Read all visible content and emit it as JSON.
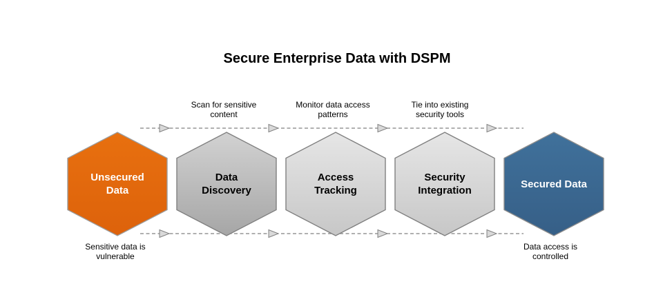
{
  "title": "Secure Enterprise Data with DSPM",
  "hexagons": [
    {
      "id": "unsecured-data",
      "label": "Unsecured\nData",
      "fill_color": "#E2690E",
      "text_color": "#FFFFFF"
    },
    {
      "id": "data-discovery",
      "label": "Data\nDiscovery",
      "fill_color": "#B9B9B9",
      "text_color": "#000000"
    },
    {
      "id": "access-tracking",
      "label": "Access\nTracking",
      "fill_color": "#D6D6D6",
      "text_color": "#000000"
    },
    {
      "id": "security-integration",
      "label": "Security\nIntegration",
      "fill_color": "#D6D6D6",
      "text_color": "#000000"
    },
    {
      "id": "secured-data",
      "label": "Secured Data",
      "fill_color": "#3A6890",
      "text_color": "#FFFFFF"
    }
  ],
  "arrow_captions": [
    "Scan for sensitive\ncontent",
    "Monitor data access\npatterns",
    "Tie into existing\nsecurity tools"
  ],
  "footnotes": [
    "Sensitive data is\nvulnerable",
    "Data access is\ncontrolled"
  ],
  "colors": {
    "unsecured_orange": "#E2690E",
    "secured_blue": "#3A6890",
    "process_gray_dark": "#ADADAD",
    "process_gray_light": "#D9D9D9",
    "arrow_line_gray": "#808080",
    "arrowhead_fill": "#D9D9D9",
    "background": "#FFFFFF"
  }
}
